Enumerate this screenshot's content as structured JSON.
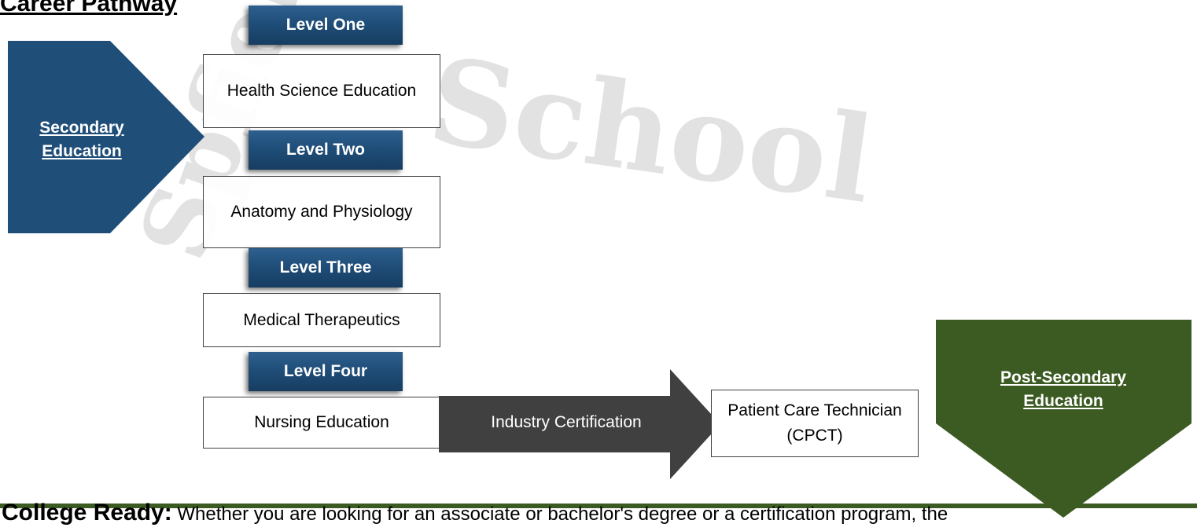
{
  "title": "Career Pathway",
  "watermark": {
    "school": "School",
    "side": "Spfield"
  },
  "secondary": {
    "label_line1": "Secondary",
    "label_line2": "Education",
    "color": "#1f4e79"
  },
  "levels": [
    {
      "tab": "Level One",
      "course": "Health Science Education"
    },
    {
      "tab": "Level Two",
      "course": "Anatomy and Physiology"
    },
    {
      "tab": "Level Three",
      "course": "Medical Therapeutics"
    },
    {
      "tab": "Level Four",
      "course": "Nursing Education"
    }
  ],
  "certification": {
    "label": "Industry Certification",
    "color": "#3f3f3f"
  },
  "outcome": {
    "label": "Patient Care Technician (CPCT)"
  },
  "post_secondary": {
    "label_line1": "Post-Secondary",
    "label_line2": "Education",
    "color": "#3b5b22"
  },
  "college_ready": {
    "lead": "College Ready:",
    "text": "Whether you are looking for an associate or bachelor's degree or a certification program, the"
  }
}
